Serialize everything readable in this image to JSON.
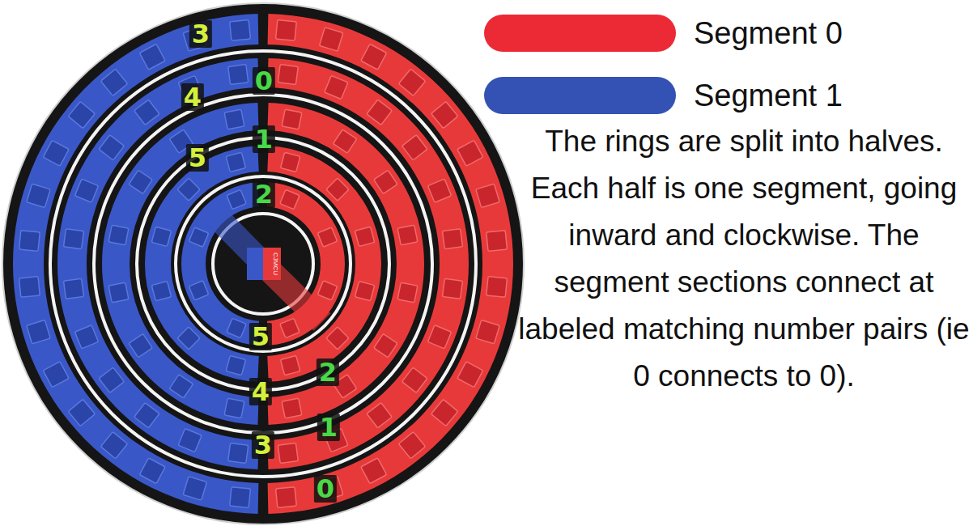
{
  "diagram": {
    "labels": [
      "3",
      "0",
      "4",
      "1",
      "5",
      "2",
      "CJMCU",
      "5",
      "2",
      "4",
      "1",
      "3",
      "0",
      "The rings are split into halves. Each half is one segment, going inward and clockwise. The segment sections connect at labeled matching number pairs (ie 0 connects to 0)."
    ],
    "legend": [
      {
        "text": "Segment 0",
        "color": "#ec2a36"
      },
      {
        "text": "Segment 1",
        "color": "#3452b4"
      }
    ]
  }
}
